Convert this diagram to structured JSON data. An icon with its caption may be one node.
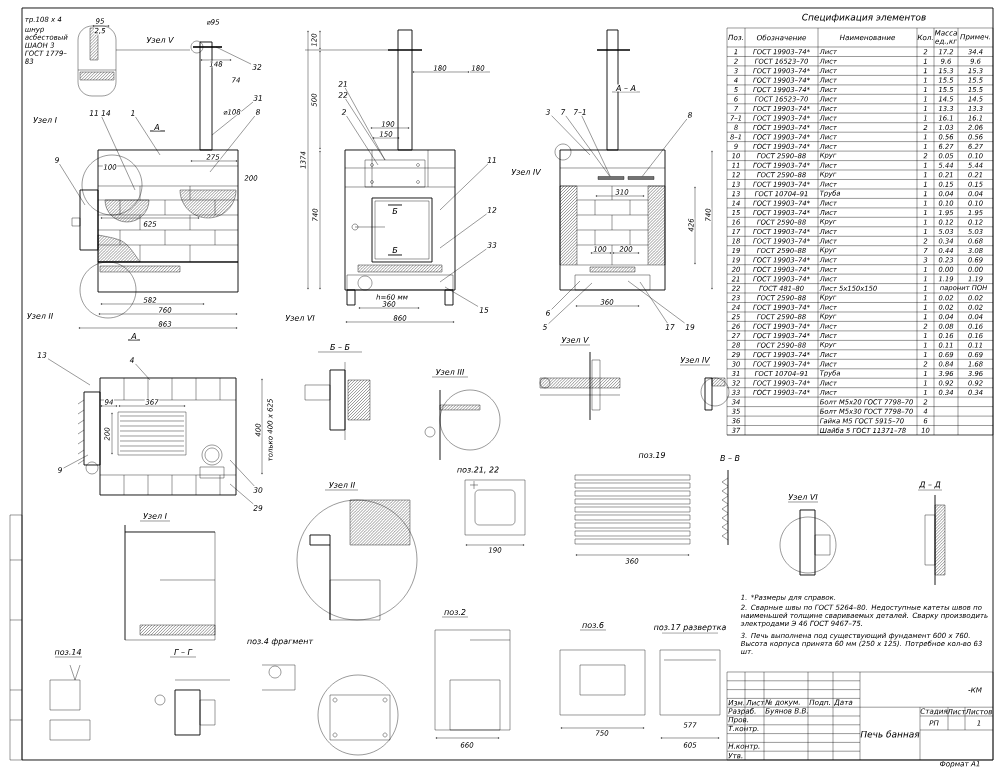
{
  "diagram": {
    "nodes": [
      {
        "text": [
          "32"
        ]
      },
      {
        "text": [
          "31"
        ]
      },
      {
        "text": [
          "8"
        ]
      },
      {
        "text": [
          "1"
        ]
      },
      {
        "text": [
          "11 14"
        ]
      },
      {
        "text": [
          "9"
        ]
      },
      {
        "text": [
          "21"
        ]
      },
      {
        "text": [
          "22"
        ]
      },
      {
        "text": [
          "2"
        ]
      },
      {
        "text": [
          "11"
        ]
      },
      {
        "text": [
          "12"
        ]
      },
      {
        "text": [
          "33"
        ]
      },
      {
        "text": [
          "15"
        ]
      },
      {
        "text": [
          "3"
        ]
      },
      {
        "text": [
          "7"
        ]
      },
      {
        "text": [
          "7–1"
        ]
      },
      {
        "text": [
          "8"
        ]
      },
      {
        "text": [
          "6"
        ]
      },
      {
        "text": [
          "5"
        ]
      },
      {
        "text": [
          "17"
        ]
      },
      {
        "text": [
          "19"
        ]
      },
      {
        "text": [
          "13"
        ]
      },
      {
        "text": [
          "4"
        ]
      },
      {
        "text": [
          "9"
        ]
      },
      {
        "text": [
          "30"
        ]
      },
      {
        "text": [
          "29"
        ]
      },
      {
        "text": [],
        "shape": "bar"
      },
      {
        "text": [],
        "shape": "bar"
      }
    ],
    "edges": [
      {
        "from": 0,
        "to": null,
        "arrow": "none"
      },
      {
        "from": 1,
        "to": null,
        "arrow": "none"
      },
      {
        "from": 2,
        "to": null,
        "arrow": "none"
      },
      {
        "from": 3,
        "to": null,
        "arrow": "none"
      },
      {
        "from": 4,
        "to": null,
        "arrow": "none"
      },
      {
        "from": 5,
        "to": null,
        "arrow": "none"
      },
      {
        "from": 6,
        "to": null,
        "arrow": "none"
      },
      {
        "from": 7,
        "to": null,
        "arrow": "none"
      },
      {
        "from": 8,
        "to": null,
        "arrow": "none"
      },
      {
        "from": 9,
        "to": null,
        "arrow": "none"
      },
      {
        "from": 10,
        "to": null,
        "arrow": "none"
      },
      {
        "from": 11,
        "to": null,
        "arrow": "none"
      },
      {
        "from": 12,
        "to": null,
        "arrow": "none"
      },
      {
        "from": 13,
        "to": null,
        "arrow": "none"
      },
      {
        "from": 14,
        "to": 26,
        "arrow": "none"
      },
      {
        "from": 15,
        "to": 26,
        "arrow": "none"
      },
      {
        "from": 16,
        "to": 27,
        "arrow": "none"
      },
      {
        "from": 17,
        "to": null,
        "arrow": "none"
      },
      {
        "from": 18,
        "to": null,
        "arrow": "none"
      },
      {
        "from": 19,
        "to": null,
        "arrow": "none"
      },
      {
        "from": 20,
        "to": null,
        "arrow": "none"
      },
      {
        "from": 21,
        "to": null,
        "arrow": "none"
      },
      {
        "from": 22,
        "to": null,
        "arrow": "none"
      },
      {
        "from": 23,
        "to": null,
        "arrow": "none"
      },
      {
        "from": 24,
        "to": null,
        "arrow": "none"
      },
      {
        "from": 25,
        "to": null,
        "arrow": "none"
      }
    ],
    "labels": [
      "тр.108 х 4",
      "шнур асбестовый ШАОН 3 ГОСТ 1779–83",
      "95",
      "2,5",
      "Узел V",
      "⌀95",
      "148",
      "74",
      "⌀108",
      "Узел I",
      "А",
      "275",
      "100",
      "200",
      "625",
      "582",
      "760",
      "863",
      "Узел II",
      "А",
      "120",
      "180",
      "180",
      "500",
      "1374",
      "740",
      "190",
      "150",
      "Б",
      "Б",
      "h=60 мм",
      "360",
      "Узел VI",
      "860",
      "А – А",
      "Узел IV",
      "310",
      "100",
      "200",
      "740",
      "426",
      "360",
      "94",
      "367",
      "200",
      "400",
      "только 400 х 625",
      "Б – Б",
      "Узел III",
      "Узел V",
      "Узел IV",
      "поз.19",
      "В – В",
      "поз.21, 22",
      "Узел I",
      "Узел II",
      "Узел VI",
      "Д – Д",
      "поз.14",
      "Г – Г",
      "поз.4 фрагмент",
      "поз.2",
      "поз.6",
      "поз.17 развертка",
      "360",
      "190",
      "750",
      "660",
      "577",
      "605",
      "1. *Размеры для справок.",
      "2. Сварные швы по ГОСТ 5264–80. Недоступные катеты швов по наименьшей толщине свариваемых деталей. Сварку производить электродами Э 46 ГОСТ 9467–75.",
      "3. Печь выполнена под существующий фундамент 600 х 760. Высота корпуса принята 60 мм (250 х 125). Потребное кол-во 63 шт.",
      "Спецификация элементов",
      "Поз.",
      "Обозначение",
      "Наименование",
      "Кол.",
      "Масса ед.,кг",
      "Примеч.",
      "1",
      "ГОСТ 19903–74*",
      "Лист",
      "2",
      "17.2",
      "34.4",
      "2",
      "ГОСТ 16523–70",
      "Лист",
      "1",
      "9.6",
      "9.6",
      "3",
      "ГОСТ 19903–74*",
      "Лист",
      "1",
      "15.3",
      "15.3",
      "4",
      "ГОСТ 19903–74*",
      "Лист",
      "1",
      "15.5",
      "15.5",
      "5",
      "ГОСТ 19903–74*",
      "Лист",
      "1",
      "15.5",
      "15.5",
      "6",
      "ГОСТ 16523–70",
      "Лист",
      "1",
      "14.5",
      "14.5",
      "7",
      "ГОСТ 19903–74*",
      "Лист",
      "1",
      "13.3",
      "13.3",
      "7–1",
      "ГОСТ 19903–74*",
      "Лист",
      "1",
      "16.1",
      "16.1",
      "8",
      "ГОСТ 19903–74*",
      "Лист",
      "2",
      "1.03",
      "2.06",
      "8–1",
      "ГОСТ 19903–74*",
      "Лист",
      "1",
      "0.56",
      "0.56",
      "9",
      "ГОСТ 19903–74*",
      "Лист",
      "1",
      "6.27",
      "6.27",
      "10",
      "ГОСТ 2590–88",
      "Круг",
      "2",
      "0.05",
      "0.10",
      "11",
      "ГОСТ 19903–74*",
      "Лист",
      "1",
      "5.44",
      "5.44",
      "12",
      "ГОСТ 2590–88",
      "Круг",
      "1",
      "0.21",
      "0.21",
      "13",
      "ГОСТ 19903–74*",
      "Лист",
      "1",
      "0.15",
      "0.15",
      "13",
      "ГОСТ 10704–91",
      "Труба",
      "1",
      "0.04",
      "0.04",
      "14",
      "ГОСТ 19903–74*",
      "Лист",
      "1",
      "0.10",
      "0.10",
      "15",
      "ГОСТ 19903–74*",
      "Лист",
      "1",
      "1.95",
      "1.95",
      "16",
      "ГОСТ 2590–88",
      "Круг",
      "1",
      "0.12",
      "0.12",
      "17",
      "ГОСТ 19903–74*",
      "Лист",
      "1",
      "5.03",
      "5.03",
      "18",
      "ГОСТ 19903–74*",
      "Лист",
      "2",
      "0.34",
      "0.68",
      "19",
      "ГОСТ 2590–88",
      "Круг",
      "7",
      "0.44",
      "3.08",
      "19",
      "ГОСТ 19903–74*",
      "Лист",
      "3",
      "0.23",
      "0.69",
      "20",
      "ГОСТ 19903–74*",
      "Лист",
      "1",
      "0.00",
      "0.00",
      "21",
      "ГОСТ 19903–74*",
      "Лист",
      "1",
      "1.19",
      "1.19",
      "22",
      "ГОСТ 481–80",
      "Лист 5х150х150",
      "1",
      "паронит ПОН",
      "23",
      "ГОСТ 2590–88",
      "Круг",
      "1",
      "0.02",
      "0.02",
      "24",
      "ГОСТ 19903–74*",
      "Лист",
      "1",
      "0.02",
      "0.02",
      "25",
      "ГОСТ 2590–88",
      "Круг",
      "1",
      "0.04",
      "0.04",
      "26",
      "ГОСТ 19903–74*",
      "Лист",
      "2",
      "0.08",
      "0.16",
      "27",
      "ГОСТ 19903–74*",
      "Лист",
      "1",
      "0.16",
      "0.16",
      "28",
      "ГОСТ 2590–88",
      "Круг",
      "1",
      "0.11",
      "0.11",
      "29",
      "ГОСТ 19903–74*",
      "Лист",
      "1",
      "0.69",
      "0.69",
      "30",
      "ГОСТ 19903–74*",
      "Лист",
      "2",
      "0.84",
      "1.68",
      "31",
      "ГОСТ 10704–91",
      "Труба",
      "1",
      "3.96",
      "3.96",
      "32",
      "ГОСТ 19903–74*",
      "Лист",
      "1",
      "0.92",
      "0.92",
      "33",
      "ГОСТ 19903–74*",
      "Лист",
      "1",
      "0.34",
      "0.34",
      "34",
      "Болт М5х20 ГОСТ 7798–70",
      "2",
      "35",
      "Болт М5х30 ГОСТ 7798–70",
      "4",
      "36",
      "Гайка М5 ГОСТ 5915–70",
      "6",
      "37",
      "Шайба 5 ГОСТ 11371–78",
      "10",
      "-КМ",
      "Изм.",
      "Лист",
      "№ докум.",
      "Подп.",
      "Дата",
      "Разраб.",
      "Буянов В.В.",
      "Пров.",
      "Т.контр.",
      "Н.контр.",
      "Утв.",
      "Печь банная",
      "Стадия",
      "Лист",
      "Листов",
      "РП",
      "1",
      "Формат А1"
    ]
  }
}
